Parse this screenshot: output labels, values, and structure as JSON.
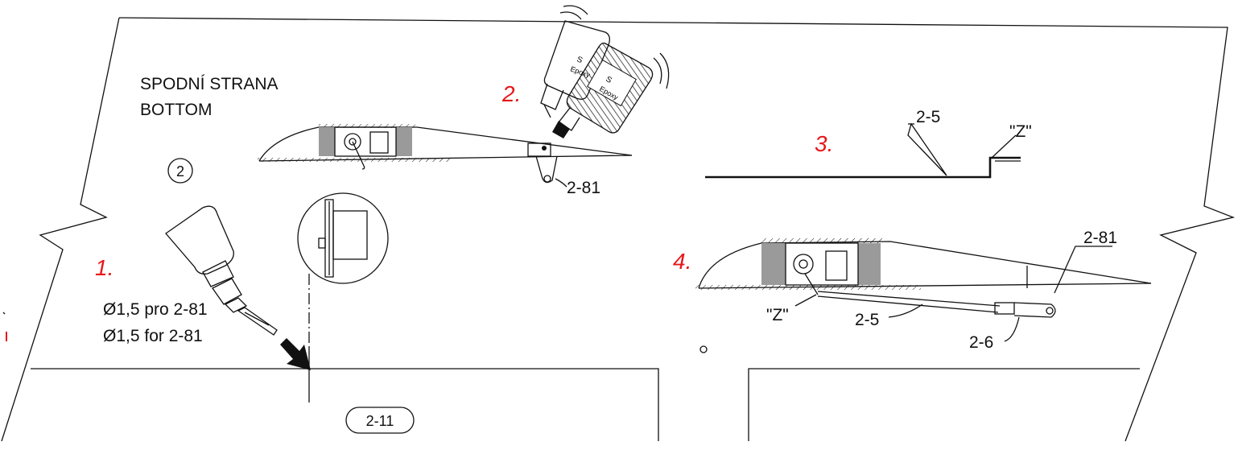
{
  "heading": {
    "line1": "SPODNÍ STRANA",
    "line2": "BOTTOM"
  },
  "steps": {
    "one": "1.",
    "two": "2.",
    "three": "3.",
    "four": "4."
  },
  "drill_note": {
    "cz": "Ø1,5 pro 2-81",
    "en": "Ø1,5 for 2-81"
  },
  "callouts": {
    "part_circle": "2",
    "part_2_11": "2-11",
    "horn_step2": "2-81",
    "rod_step3": "2-5",
    "z_step3": "\"Z\"",
    "horn_step4": "2-81",
    "z_step4": "\"Z\"",
    "rod_step4": "2-5",
    "clevis_step4": "2-6"
  },
  "colors": {
    "accent": "#e8161a",
    "line": "#111111",
    "hatch": "#9a9a9a"
  }
}
